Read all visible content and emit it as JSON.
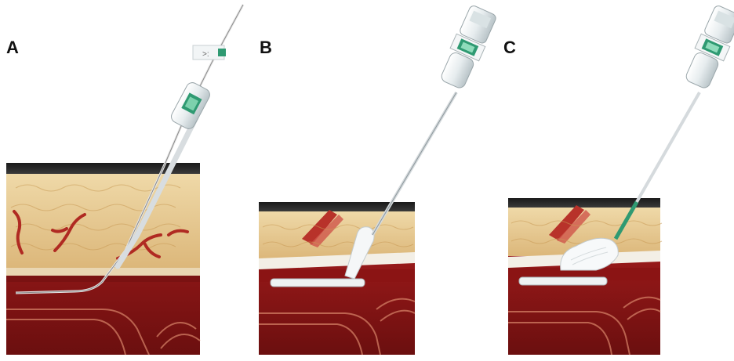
{
  "panels": [
    {
      "label": "A",
      "step": "needle-access"
    },
    {
      "label": "B",
      "step": "device-deployment"
    },
    {
      "label": "C",
      "step": "plug-release"
    }
  ],
  "colors": {
    "tissue": "#e8cf98",
    "tissue_dark": "#c99a55",
    "vessel_red": "#a01e1e",
    "vessel_dark": "#6b0f0f",
    "vessel_light": "#c8463c",
    "device_body": "#e9eef0",
    "device_accent": "#2f9a72"
  }
}
